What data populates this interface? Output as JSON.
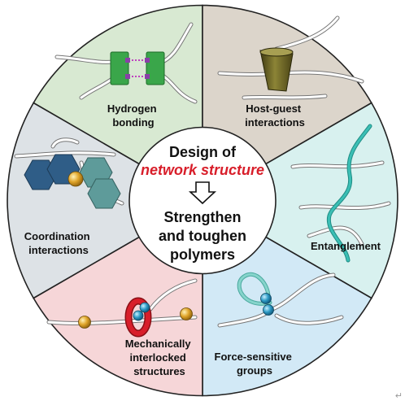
{
  "center": {
    "line1": "Design of",
    "line2": "network structure",
    "line3": "Strengthen",
    "line4": "and toughen",
    "line5": "polymers",
    "arrow_icon": "hollow-down-arrow-icon"
  },
  "segments": [
    {
      "label_lines": [
        "Hydrogen",
        "bonding"
      ],
      "color": "#d8e9d2"
    },
    {
      "label_lines": [
        "Host-guest",
        "interactions"
      ],
      "color": "#dcd5cb"
    },
    {
      "label_lines": [
        "Entanglement"
      ],
      "color": "#d8f1ef"
    },
    {
      "label_lines": [
        "Force-sensitive",
        "groups"
      ],
      "color": "#d2e9f6"
    },
    {
      "label_lines": [
        "Mechanically",
        "interlocked",
        "structures"
      ],
      "color": "#f6d6d8"
    },
    {
      "label_lines": [
        "Coordination",
        "interactions"
      ],
      "color": "#dde2e6"
    }
  ],
  "colors": {
    "accent_red": "#d81e2a",
    "outline": "#222222",
    "polymer_chain": "#ffffff",
    "entangled_chain": "#3bbfb5",
    "ring": "#d81e2a",
    "bead_gold": "#e0a52a",
    "bead_blue": "#2e9bc6",
    "hbond_block": "#3aa64a",
    "cone": "#6e6628",
    "coord_dark": "#2f5d87",
    "coord_teal": "#5e9b9a",
    "loop_teal": "#86d4cb"
  },
  "footer_mark": "↵"
}
